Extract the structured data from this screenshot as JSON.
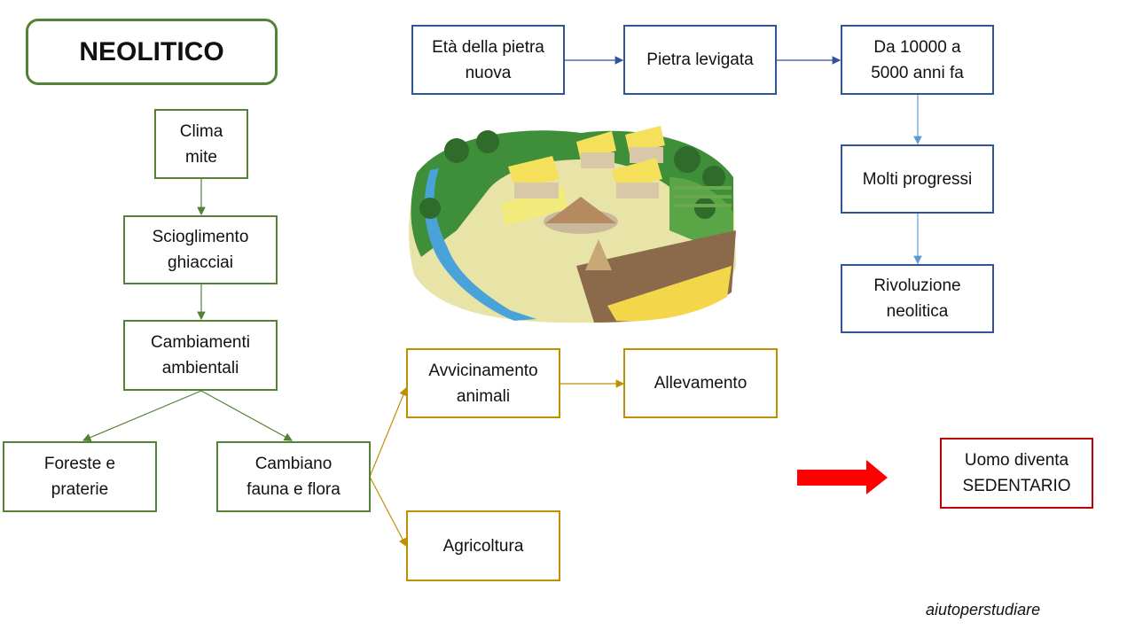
{
  "title": "NEOLITICO",
  "chain_top": {
    "era": "Età della pietra\nnuova",
    "stone": "Pietra levigata",
    "date": "Da 10000 a\n5000 anni fa",
    "progress": "Molti progressi",
    "revolution": "Rivoluzione\nneolitica"
  },
  "chain_left": {
    "climate": "Clima\nmite",
    "melting": "Scioglimento\nghiacciai",
    "changes": "Cambiamenti\nambientali",
    "forests": "Foreste e\npraterie",
    "fauna": "Cambiano\nfauna e flora"
  },
  "chain_bottom": {
    "approach": "Avvicinamento\nanimali",
    "breeding": "Allevamento",
    "agriculture": "Agricoltura"
  },
  "result": "Uomo diventa\nSEDENTARIO",
  "credit": "aiutoperstudiare",
  "colors": {
    "green": "#538135",
    "blue": "#2f5597",
    "light_blue": "#5b9bd5",
    "gold": "#bf9000",
    "red": "#c00000",
    "arrow_red": "#ff0000"
  }
}
